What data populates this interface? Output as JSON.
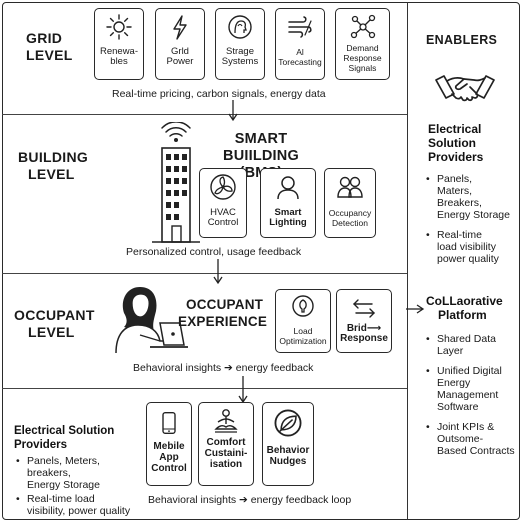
{
  "grid": {
    "title_line1": "GRID",
    "title_line2": "LEVEL",
    "cards": [
      {
        "label": "Renewa-\nbles",
        "icon": "sun-icon"
      },
      {
        "label": "Grld\nPower",
        "icon": "lightning-icon"
      },
      {
        "label": "Strage\nSystems",
        "icon": "storage-head-icon"
      },
      {
        "label": "Al\nTorecasting",
        "icon": "wind-forecast-icon"
      },
      {
        "label": "Demand\nResponse\nSignals",
        "icon": "network-nodes-icon"
      }
    ],
    "caption": "Real-time pricing, carbon signals, energy data"
  },
  "building": {
    "title_line1": "BUILDING",
    "title_line2": "LEVEL",
    "heading_line1": "SMART BUIILDING",
    "heading_line2": "(BMS)",
    "cards": [
      {
        "label": "HVAC\nControl",
        "icon": "fan-icon"
      },
      {
        "label": "Smart\nLighting",
        "icon": "person-icon"
      },
      {
        "label": "Occupancy\nDetection",
        "icon": "people-icon"
      }
    ],
    "caption": "Personalized control, usage feedback"
  },
  "occupant": {
    "title_line1": "OCCUPANT",
    "title_line2": "LEVEL",
    "heading_line1": "OCCUPANT",
    "heading_line2": "EXPERIENCE",
    "cards": [
      {
        "label": "Load\nOptimization",
        "icon": "bulb-icon"
      },
      {
        "label": "Brid",
        "label2": "Response",
        "icon": "swap-arrows-icon"
      }
    ],
    "caption": "Behavioral  insights ➔ energy feedback"
  },
  "bottom": {
    "left_title_line1": "Electrical Solution",
    "left_title_line2": "Providers",
    "left_items": [
      "Panels, Meters,\nbreakers,\nEnergy Storage",
      "Real-time load\nvisibility, power quality"
    ],
    "cards": [
      {
        "label": "Mebile\nApp\nControl",
        "icon": "phone-icon"
      },
      {
        "label": "Comfort\nCustaini-\nisation",
        "icon": "meditation-icon"
      },
      {
        "label": "Behavior\nNudges",
        "icon": "leaf-badge-icon"
      }
    ],
    "caption": "Behavioral  insights ➔ energy feedback loop"
  },
  "enablers": {
    "title": "ENABLERS",
    "provider_title_line1": "Electrical",
    "provider_title_line2": "Solution",
    "provider_title_line3": "Providers",
    "provider_items": [
      "Panels,\nMaters,\nBreakers,\nEnergy Storage",
      "Real-time\nload visibility\npower quality"
    ],
    "platform_title_line1": "CoLLaorative",
    "platform_title_line2": "Platform",
    "platform_items": [
      "Shared Data\nLayer",
      "Unified Digital\nEnergy\nManagement\nSoftware",
      "Joint KPIs &\nOutsome-\nBased Contracts"
    ]
  }
}
